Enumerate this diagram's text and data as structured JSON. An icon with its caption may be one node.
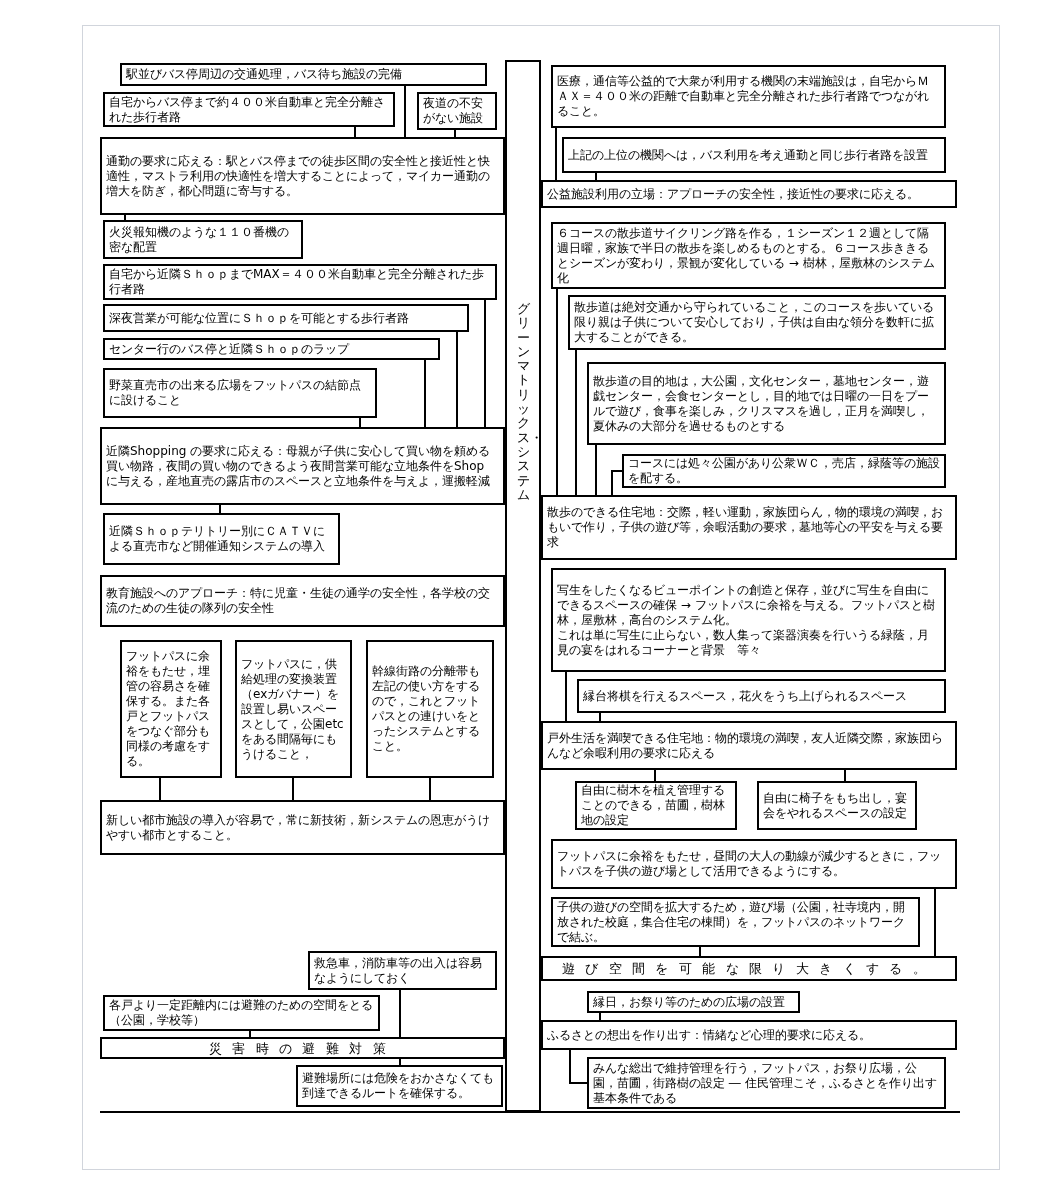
{
  "diagram": {
    "nodes": [
      {
        "text": [
          "駅並びバス停周辺の交通処理，バス待ち施設の完備"
        ]
      },
      {
        "text": [
          "自宅からバス停まで約４００米自動車と完全分離された歩行者路"
        ]
      },
      {
        "text": [
          "夜道の不安がない施設"
        ]
      },
      {
        "text": [
          "通勤の要求に応える：駅とバス停までの徒歩区間の安全性と接近性と快適性，マストラ利用の快適性を増大することによって，マイカー通勤の増大を防ぎ，都心問題に寄与する。"
        ]
      },
      {
        "text": [
          "火災報知機のような１１０番機の密な配置"
        ]
      },
      {
        "text": [
          "自宅から近隣ＳｈｏｐまでMAX＝４００米自動車と完全分離された歩行者路"
        ]
      },
      {
        "text": [
          "深夜営業が可能な位置にＳｈｏｐを可能とする歩行者路"
        ]
      },
      {
        "text": [
          "センター行のバス停と近隣Ｓｈｏｐのラップ"
        ]
      },
      {
        "text": [
          "野菜直売市の出来る広場をフットパスの結節点に設けること"
        ]
      },
      {
        "text": [
          "近隣Shopping の要求に応える：母親が子供に安心して買い物を頼める買い物路，夜間の買い物のできるよう夜間営業可能な立地条件をShop に与える，産地直売の露店市のスペースと立地条件を与えよ，運搬軽減"
        ]
      },
      {
        "text": [
          "近隣Ｓｈｏｐテリトリー別にＣＡＴＶによる直売市など開催通知システムの導入"
        ]
      },
      {
        "text": [
          "教育施設へのアプローチ：特に児童・生徒の通学の安全性，各学校の交流のための生徒の隊列の安全性"
        ]
      },
      {
        "text": [
          "フットパスに余裕をもたせ，埋管の容易さを確保する。また各戸とフットパスをつなぐ部分も同様の考慮をする。"
        ]
      },
      {
        "text": [
          "フットパスに，供給処理の変換装置（exガバナー）を設置し易いスペースとして，公園etcをある間隔毎にもうけること，"
        ]
      },
      {
        "text": [
          "幹線街路の分離帯も左記の使い方をするので，これとフットパスとの連けいをとったシステムとすること。"
        ]
      },
      {
        "text": [
          "新しい都市施設の導入が容易で，常に新技術，新システムの恩恵がうけやすい都市とすること。"
        ]
      },
      {
        "text": [
          "救急車，消防車等の出入は容易なようにしておく"
        ]
      },
      {
        "text": [
          "各戸より一定距離内には避難のための空間をとる（公園，学校等）"
        ]
      },
      {
        "text": [
          "災害時の避難対策"
        ]
      },
      {
        "text": [
          "避難場所には危険をおかさなくても到達できるルートを確保する。"
        ]
      },
      {
        "text": [
          "グリーンマトリックス・システム"
        ]
      },
      {
        "text": [
          "医療，通信等公益的で大衆が利用する機関の末端施設は，自宅からＭＡＸ＝４００米の距離で自動車と完全分離された歩行者路でつながれること。"
        ]
      },
      {
        "text": [
          "上記の上位の機関へは，バス利用を考え通勤と同じ歩行者路を設置"
        ]
      },
      {
        "text": [
          "公益施設利用の立場：アプローチの安全性，接近性の要求に応える。"
        ]
      },
      {
        "text": [
          "６コースの散歩道サイクリング路を作る，１シーズン１２週として隔週日曜，家族で半日の散歩を楽しめるものとする。６コース歩ききるとシーズンが変わり，景観が変化している → 樹林，屋敷林のシステム化"
        ]
      },
      {
        "text": [
          "散歩道は絶対交通から守られていること，このコースを歩いている限り親は子供について安心しており，子供は自由な領分を数軒に拡大することができる。"
        ]
      },
      {
        "text": [
          "散歩道の目的地は，大公園，文化センター，墓地センター，遊戯センター，会食センターとし，目的地では日曜の一日をプールで遊び，食事を楽しみ，クリスマスを過し，正月を満喫し，夏休みの大部分を過せるものとする"
        ]
      },
      {
        "text": [
          "コースには処々公園があり公衆ＷＣ，売店，緑蔭等の施設を配する。"
        ]
      },
      {
        "text": [
          "散歩のできる住宅地：交際，軽い運動，家族団らん，物的環境の満喫，おもいで作り，子供の遊び等，余暇活動の要求，墓地等心の平安を与える要求"
        ]
      },
      {
        "text": [
          "写生をしたくなるビューポイントの創造と保存，並びに写生を自由にできるスペースの確保 → フットパスに余裕を与える。フットパスと樹林，屋敷林，高台のシステム化。",
          "これは単に写生に止らない，数人集って楽器演奏を行いうる緑蔭，月見の宴をはれるコーナーと背景　等々"
        ]
      },
      {
        "text": [
          "縁台将棋を行えるスペース，花火をうち上げられるスペース"
        ]
      },
      {
        "text": [
          "戸外生活を満喫できる住宅地：物的環境の満喫，友人近隣交際，家族団らんなど余暇利用の要求に応える"
        ]
      },
      {
        "text": [
          "自由に樹木を植え管理することのできる，苗圃，樹林地の設定"
        ]
      },
      {
        "text": [
          "自由に椅子をもち出し，宴会をやれるスペースの設定"
        ]
      },
      {
        "text": [
          "フットパスに余裕をもたせ，昼間の大人の動線が減少するときに，フットパスを子供の遊び場として活用できるようにする。"
        ]
      },
      {
        "text": [
          "子供の遊びの空間を拡大するため，遊び場（公園，社寺境内，開放された校庭，集合住宅の棟間）を，フットパスのネットワークで結ぶ。"
        ]
      },
      {
        "text": [
          "遊び空間を可能な限り大きくする。"
        ]
      },
      {
        "text": [
          "縁日，お祭り等のための広場の設置"
        ]
      },
      {
        "text": [
          "ふるさとの想出を作り出す：情緒など心理的要求に応える。"
        ]
      },
      {
        "text": [
          "みんな総出で維持管理を行う，フットパス，お祭り広場，公園，苗圃，街路樹の設定 ― 住民管理こそ，ふるさとを作り出す基本条件である"
        ]
      }
    ],
    "edges": [
      {
        "from": 0,
        "to": 3,
        "arrow": "none"
      },
      {
        "from": 1,
        "to": 3,
        "arrow": "none"
      },
      {
        "from": 2,
        "to": 3,
        "arrow": "none"
      },
      {
        "from": 4,
        "to": 3,
        "arrow": "none"
      },
      {
        "from": 5,
        "to": 9,
        "arrow": "none"
      },
      {
        "from": 6,
        "to": 9,
        "arrow": "none"
      },
      {
        "from": 7,
        "to": 9,
        "arrow": "none"
      },
      {
        "from": 8,
        "to": 9,
        "arrow": "none"
      },
      {
        "from": 10,
        "to": 9,
        "arrow": "none"
      },
      {
        "from": 12,
        "to": 15,
        "arrow": "none"
      },
      {
        "from": 13,
        "to": 15,
        "arrow": "none"
      },
      {
        "from": 14,
        "to": 15,
        "arrow": "none"
      },
      {
        "from": 16,
        "to": 18,
        "arrow": "none"
      },
      {
        "from": 17,
        "to": 18,
        "arrow": "none"
      },
      {
        "from": 19,
        "to": 18,
        "arrow": "none"
      },
      {
        "from": 21,
        "to": 23,
        "arrow": "none"
      },
      {
        "from": 22,
        "to": 23,
        "arrow": "none"
      },
      {
        "from": 24,
        "to": 28,
        "arrow": "none"
      },
      {
        "from": 25,
        "to": 28,
        "arrow": "none"
      },
      {
        "from": 26,
        "to": 28,
        "arrow": "none"
      },
      {
        "from": 27,
        "to": 28,
        "arrow": "none"
      },
      {
        "from": 29,
        "to": 31,
        "arrow": "none"
      },
      {
        "from": 30,
        "to": 31,
        "arrow": "none"
      },
      {
        "from": 31,
        "to": 32,
        "arrow": "none"
      },
      {
        "from": 31,
        "to": 33,
        "arrow": "none"
      },
      {
        "from": 34,
        "to": 36,
        "arrow": "none"
      },
      {
        "from": 35,
        "to": 36,
        "arrow": "none"
      },
      {
        "from": 37,
        "to": 38,
        "arrow": "none"
      },
      {
        "from": 38,
        "to": 39,
        "arrow": "none"
      }
    ]
  }
}
